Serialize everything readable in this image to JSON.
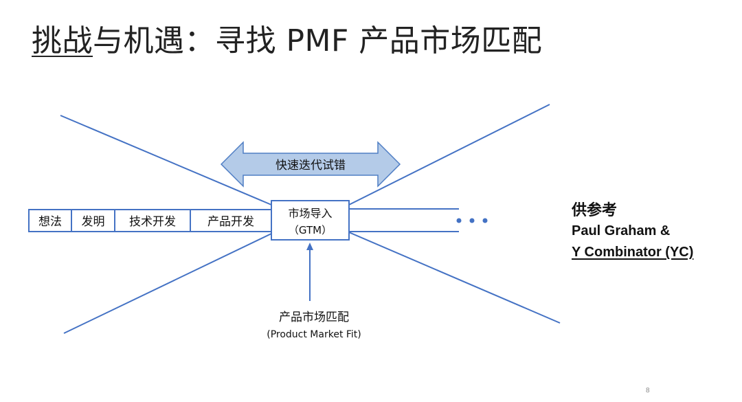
{
  "title": {
    "part1": "挑战",
    "part2": "与机遇：寻找 PMF 产品市场匹配"
  },
  "stages": [
    "想法",
    "发明",
    "技术开发",
    "产品开发"
  ],
  "gtm_box": {
    "line1": "市场导入",
    "line2": "（GTM）"
  },
  "iteration_arrow": {
    "label": "快速迭代试错"
  },
  "ellipsis": "• • •",
  "pmf_label": {
    "zh": "产品市场匹配",
    "en": "(Product Market Fit)"
  },
  "reference": {
    "title": "供参考",
    "line1": "Paul Graham &",
    "line2": "Y Combinator (YC)"
  },
  "page_number": "8",
  "colors": {
    "line_blue": "#4472c4",
    "arrow_fill": "#b4cbe8",
    "arrow_stroke": "#4f7ec4"
  }
}
